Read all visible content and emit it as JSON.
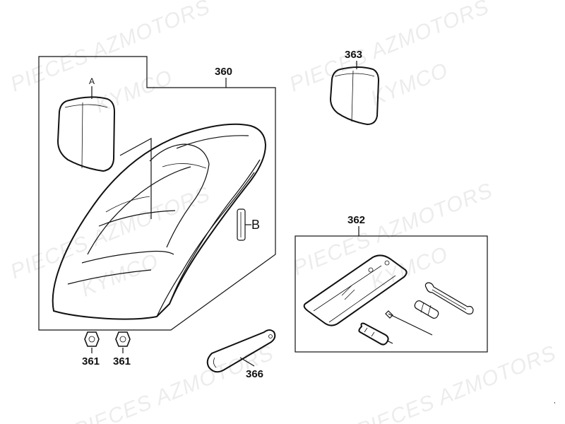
{
  "labels": {
    "seat_assembly": "360",
    "nut_left": "361",
    "nut_right": "361",
    "tool_kit": "362",
    "backrest": "363",
    "spanner": "366",
    "backrest_ref": "A",
    "detail_ref": "B"
  },
  "watermarks": [
    "PIECES AZMOTORS",
    "KYMCO"
  ]
}
